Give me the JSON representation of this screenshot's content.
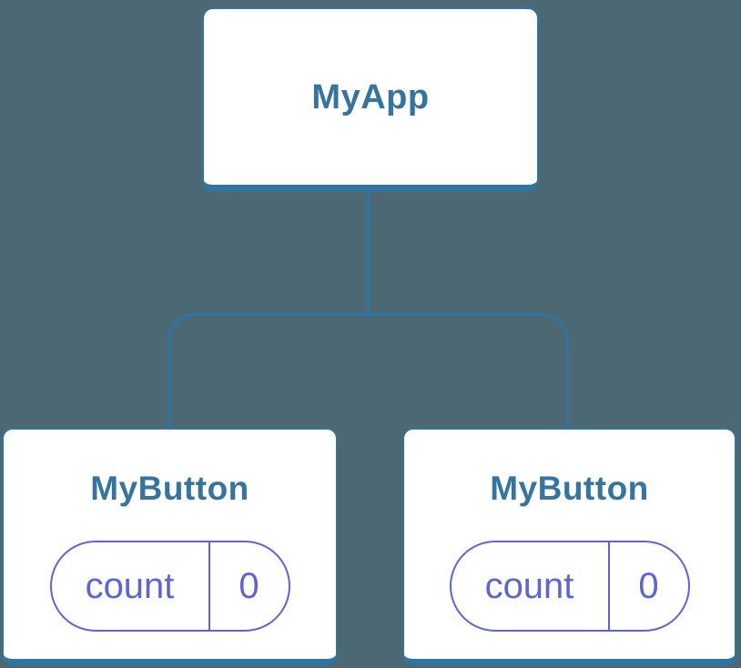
{
  "diagram": {
    "kind": "component-tree",
    "root": {
      "label": "MyApp"
    },
    "children": [
      {
        "label": "MyButton",
        "state": {
          "name": "count",
          "value": "0"
        }
      },
      {
        "label": "MyButton",
        "state": {
          "name": "count",
          "value": "0"
        }
      }
    ],
    "colors": {
      "background": "#4C6873",
      "card_fill": "#FFFFFF",
      "card_border": "#2E74A4",
      "label_text": "#35749E",
      "state_accent": "#5E63D6"
    }
  }
}
